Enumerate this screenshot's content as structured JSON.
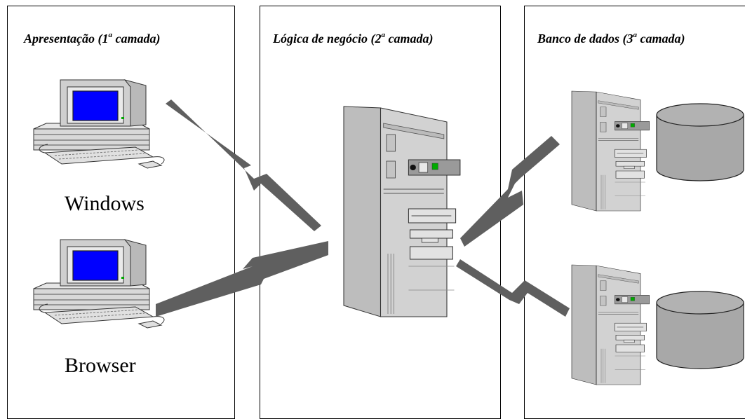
{
  "layers": [
    {
      "title_pre": "Apresentação (1",
      "title_sup": "a",
      "title_post": " camada)"
    },
    {
      "title_pre": "Lógica de  negócio (2",
      "title_sup": "a",
      "title_post": " camada)"
    },
    {
      "title_pre": "Banco de dados (3",
      "title_sup": "a",
      "title_post": " camada)"
    }
  ],
  "clients": [
    {
      "label": "Windows"
    },
    {
      "label": "Browser"
    }
  ],
  "colors": {
    "arrow": "#5f5f5f",
    "screen": "#0000ff",
    "case": "#c8c8c8",
    "database": "#a8a8a8"
  }
}
